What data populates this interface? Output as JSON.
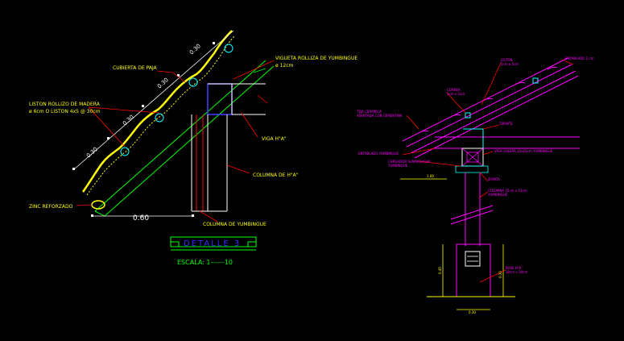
{
  "left_detail": {
    "labels": {
      "cubierta": "CUBIERTA DE PAJA",
      "vigueta_line1": "VIGUETA ROLLIZA DE YUMBINGUE",
      "vigueta_line2": "ø 12cm",
      "liston_line1": "LISTON ROLLIZO DE MADERA",
      "liston_line2": "ø 6cm O LISTON 4x5 @ 30cm",
      "viga": "VIGA H\"A\"",
      "columna_hw": "COLUMNA DE H\"A\"",
      "zinc": "ZINC REFORZADO",
      "columna_yumbingue": "COLUMNA DE YUMBINGUE",
      "dim_060": "0.60",
      "dim_030_a": "0.30",
      "dim_030_b": "0.30",
      "dim_030_c": "0.30",
      "dim_030_d": "0.30"
    },
    "title": {
      "name": "DETALLE 3",
      "scale": "ESCALA: 1------10"
    }
  },
  "right_detail": {
    "labels": {
      "liston": "LISTON",
      "liston_sub": "5cm x 5cm",
      "entablado": "ENTABLADO 2 cm",
      "correa": "CORREA",
      "correa_sub": "5cm x 5cm",
      "teja_line1": "TEJA CERAMICA",
      "teja_line2": "ASENTADA CON CEMENTINA",
      "tirante": "TIRANTE",
      "entablado_yumbingue": "ENTABLADO YUMBINGUE",
      "viga_solera": "VIGA SOLERA 15x15cm YUMBINGUE",
      "cargador_line1": "CARGADOR SUMAKSACHA",
      "cargador_line2": "YUMBINGUE",
      "dim_100": "1.00",
      "zapata": "ZAPATA",
      "columna_line1": "COLUMNA 15cm x 15cm",
      "columna_line2": "YUMBINGUE",
      "base_line1": "BASE H\"A\"",
      "base_line2": "30cm x 30cm",
      "dim_030": "0.30",
      "dim_side_a": "0.45",
      "dim_side_b": "0.30",
      "dim_bottom": "0.30"
    }
  },
  "colors": {
    "background": "#000000",
    "magenta": "#ff00ff",
    "yellow": "#ffff00",
    "cyan": "#00ffff",
    "red": "#ff0000",
    "white": "#ffffff",
    "green": "#00ff00",
    "blue": "#0000ff"
  }
}
